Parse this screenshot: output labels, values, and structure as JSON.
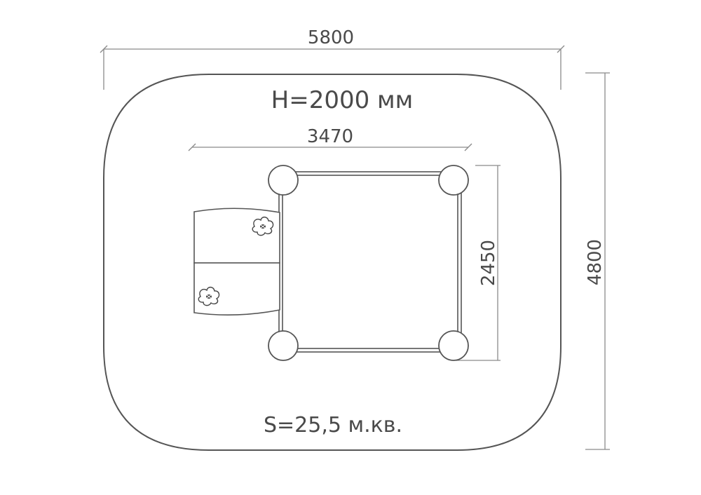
{
  "dimensions": {
    "overall_width": "5800",
    "overall_depth": "4800",
    "frame_width": "3470",
    "frame_depth": "2450"
  },
  "labels": {
    "height": "H=2000 мм",
    "area": "S=25,5 м.кв."
  },
  "colors": {
    "line": "#555555",
    "dimension_line": "#8a8a8a",
    "text": "#4a4a4a"
  },
  "icons": [
    "flower-icon"
  ]
}
